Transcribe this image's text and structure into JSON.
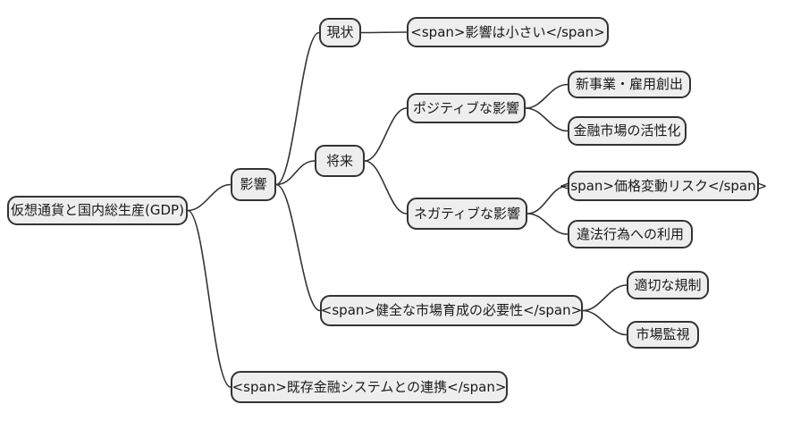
{
  "diagram": {
    "type": "mindmap",
    "background_color": "#ffffff",
    "node_fill_color": "#eeeeee",
    "node_border_color": "#333333",
    "edge_color": "#333333",
    "nodes": {
      "root": {
        "label": "仮想通貨と国内総生産(GDP)"
      },
      "impact": {
        "label": "影響"
      },
      "current": {
        "label": "現状"
      },
      "impact_small": {
        "label": "<span>影響は小さい</span>"
      },
      "future": {
        "label": "将来"
      },
      "positive": {
        "label": "ポジティブな影響"
      },
      "new_business": {
        "label": "新事業・雇用創出"
      },
      "financial_market": {
        "label": "金融市場の活性化"
      },
      "negative": {
        "label": "ネガティブな影響"
      },
      "price_risk": {
        "label": "<span>価格変動リスク</span>"
      },
      "illegal_use": {
        "label": "違法行為への利用"
      },
      "healthy_market": {
        "label": "<span>健全な市場育成の必要性</span>"
      },
      "regulation": {
        "label": "適切な規制"
      },
      "monitoring": {
        "label": "市場監視"
      },
      "existing_finance": {
        "label": "<span>既存金融システムとの連携</span>"
      }
    },
    "edges": [
      {
        "from": "root",
        "to": "impact"
      },
      {
        "from": "root",
        "to": "existing_finance"
      },
      {
        "from": "impact",
        "to": "current"
      },
      {
        "from": "impact",
        "to": "future"
      },
      {
        "from": "impact",
        "to": "healthy_market"
      },
      {
        "from": "current",
        "to": "impact_small"
      },
      {
        "from": "future",
        "to": "positive"
      },
      {
        "from": "future",
        "to": "negative"
      },
      {
        "from": "positive",
        "to": "new_business"
      },
      {
        "from": "positive",
        "to": "financial_market"
      },
      {
        "from": "negative",
        "to": "price_risk"
      },
      {
        "from": "negative",
        "to": "illegal_use"
      },
      {
        "from": "healthy_market",
        "to": "regulation"
      },
      {
        "from": "healthy_market",
        "to": "monitoring"
      }
    ]
  }
}
